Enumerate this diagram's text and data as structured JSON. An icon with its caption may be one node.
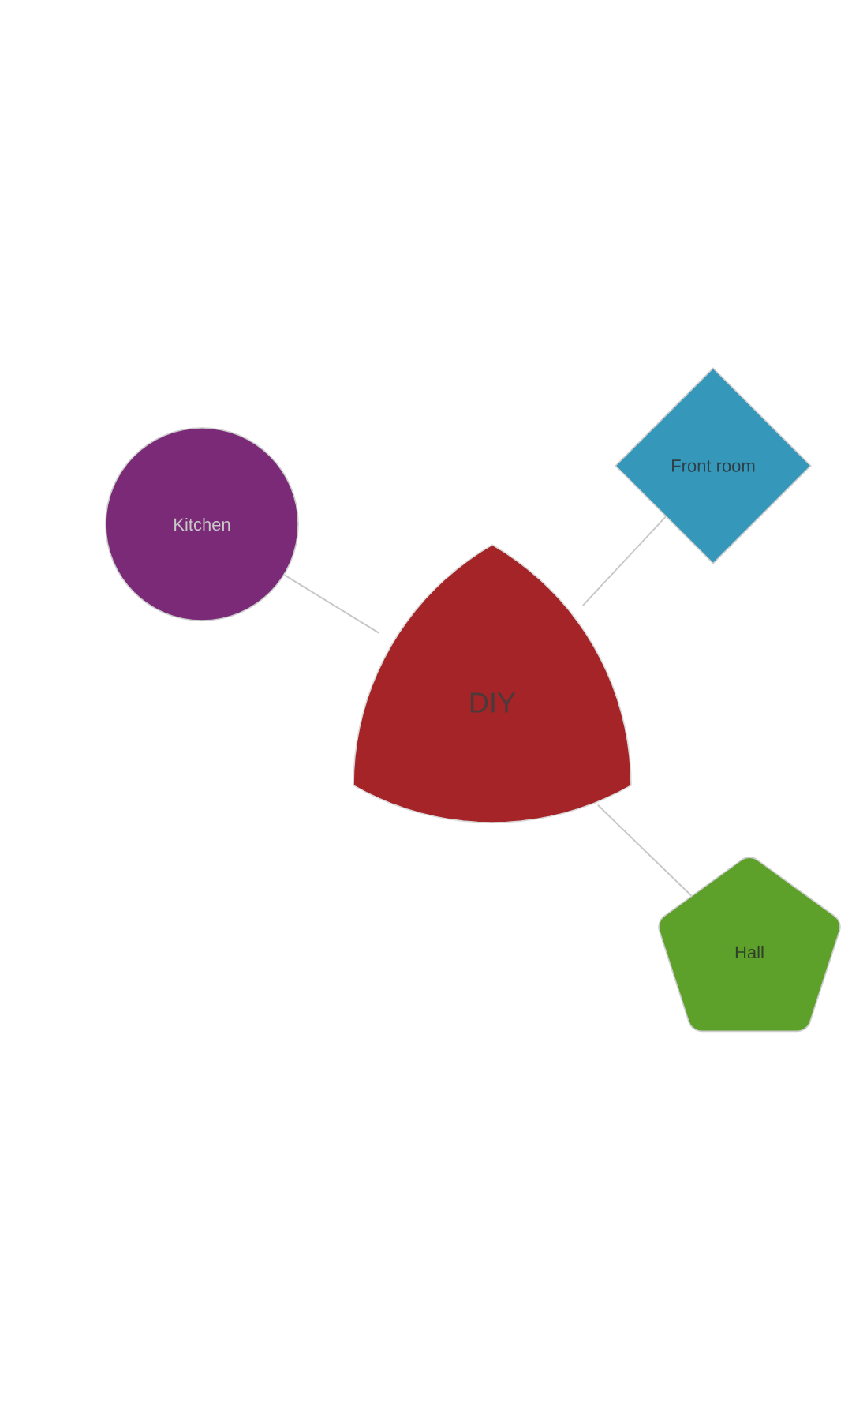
{
  "diagram": {
    "nodes": [
      {
        "text": [
          "DIY"
        ]
      },
      {
        "text": [
          "Kitchen"
        ]
      },
      {
        "text": [
          "Front room"
        ]
      },
      {
        "text": [
          "Hall"
        ]
      }
    ],
    "edges": [
      {
        "from": 0,
        "to": 1,
        "arrow": "none"
      },
      {
        "from": 0,
        "to": 2,
        "arrow": "none"
      },
      {
        "from": 0,
        "to": 3,
        "arrow": "none"
      }
    ]
  }
}
